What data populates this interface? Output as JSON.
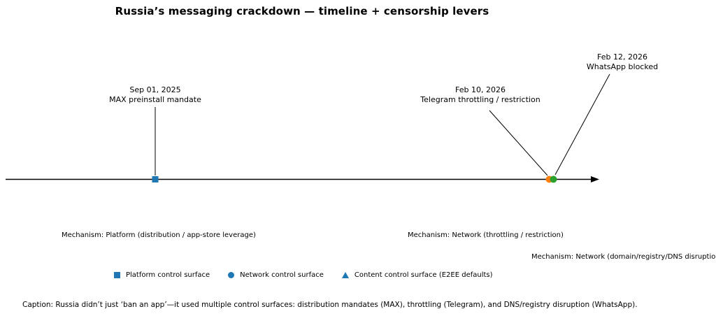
{
  "title": "Russia’s messaging crackdown — timeline + censorship levers",
  "chart_data": {
    "type": "timeline",
    "axis": {
      "orientation": "horizontal",
      "tick_labels": "none",
      "arrow": "right"
    },
    "events": [
      {
        "date": "Sep 01, 2025",
        "label": "MAX preinstall mandate",
        "mechanism": "Mechanism: Platform (distribution / app-store leverage)",
        "marker": "square",
        "color": "#1f77b4",
        "x_frac": 0.26
      },
      {
        "date": "Feb 10, 2026",
        "label": "Telegram throttling / restriction",
        "mechanism": "Mechanism: Network (throttling / restriction)",
        "marker": "circle",
        "color": "#ff7f0e",
        "x_frac": 0.92
      },
      {
        "date": "Feb 12, 2026",
        "label": "WhatsApp blocked",
        "mechanism": "Mechanism: Network (domain/registry/DNS disruption)",
        "marker": "circle",
        "color": "#2ca02c",
        "x_frac": 0.927
      }
    ],
    "legend": {
      "position": "bottom",
      "items": [
        {
          "label": "Platform control surface",
          "marker": "square",
          "color": "#1f77b4"
        },
        {
          "label": "Network control surface",
          "marker": "circle",
          "color": "#1f77b4"
        },
        {
          "label": "Content control surface (E2EE defaults)",
          "marker": "triangle",
          "color": "#1f77b4"
        }
      ]
    },
    "caption": "Caption: Russia didn’t just ‘ban an app’—it used multiple control surfaces: distribution mandates (MAX), throttling (Telegram), and DNS/registry disruption (WhatsApp).",
    "colors": {
      "axis": "#000000",
      "platform_blue": "#1f77b4",
      "network_orange": "#ff7f0e",
      "network_green": "#2ca02c"
    }
  }
}
